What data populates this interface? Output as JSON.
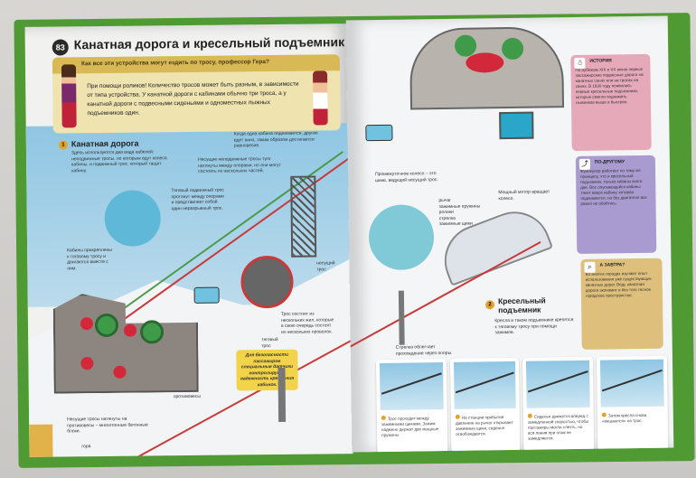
{
  "left_page": {
    "page_number": "83",
    "title": "Канатная дорога и кресельный подъемник",
    "question": "Как все эти устройства могут ездить по тросу, профессор Гера?",
    "answer": "При помощи роликов! Количество тросов может быть разным, в зависимости от типа устройства. У канатной дороги с кабинами обычно три троса, а у канатной дороги с подвесными сиденьями и одноместных лыжных подъемников один.",
    "section1_num": "1",
    "section1_title": "Канатная дорога",
    "section1_text": "Здесь используются два вида кабелей: неподвижные тросы, по которым едут колеса кабины, и подвижный трос, который тащит кабину.",
    "balance_text": "Когда одна кабина поднимается, другая едет вниз, таким образом достигается равновесие.",
    "carrying_label": "Несущие неподвижные тросы туго натянуты между опорами, но они могут состоять из нескольких частей.",
    "traction_label": "Тяговый подвижный трос протянут между опорами и представляет собой один неразрывный трос.",
    "cabins_label": "Кабины прикреплены к тяговому тросу и двигаются вместе с ним.",
    "rope_label": "Трос состоит из нескольких жил, которые в свою очередь состоят из нескольких проволок.",
    "carrying_rope": "несущий трос",
    "traction_rope": "тяговый трос",
    "safety_bubble": "Для безопасности пассажиров специальные датчики контролируют надежность крепления кабинок.",
    "counterweight_label": "противовесы",
    "counterweight_text": "Несущие тросы натянуты на противовесы – многотонные бетонные блоки.",
    "footer": "гора"
  },
  "right_page": {
    "intermediate_wheel": "Промежуточное колесо – это шкив, ведущий несущий трос.",
    "motor_label": "Мощный мотор вращает колесо.",
    "clamp_labels": [
      "рычаг",
      "зажимные пружины",
      "ролики",
      "стрелка",
      "зажимные щеки"
    ],
    "section2_num": "2",
    "section2_title": "Кресельный подъемник",
    "section2_text": "Кресла в таком подъемнике крепятся к тяговому тросу при помощи зажимов.",
    "arrow_label": "Стрелка облегчает прохождение через опоры.",
    "sidebar": [
      {
        "icon": "history-icon",
        "title": "ИСТОРИЯ",
        "text": "По рубежам XIX и XX веков первые пассажирские подвесные дороги на канатных санях или на тросах на санях. В 1930 году появились первые кресельные подъемники, которые смогли поднимать лыжников выше и быстрее.",
        "color": "#e6a9b9"
      },
      {
        "icon": "alternative-icon",
        "title": "ПО-ДРУГОМУ",
        "text": "Фуникулер работает по тому же принципу, что и кресельный подъемник, только кабины всего две. Вес опускающейся кабины тянет вверх кабину, которая поднимается, но без двигателя все равно не обойтись.",
        "color": "#a99bcf"
      },
      {
        "icon": "tomorrow-icon",
        "title": "А ЗАВТРА?",
        "text": "Во многих городах изучают опыт использования уже существующих канатных дорог. Ведь канатная дорога экономит и без того тесное городское пространство.",
        "color": "#dfbf7c"
      }
    ],
    "steps": [
      "Трос проходит между зажимными щеками. Зажим надежно держат две мощные пружины.",
      "На станции прибытия давление на рычаг открывает зажимные щеки, сиденье освобождается.",
      "Сиденье движется вперед с замедленной скоростью, чтобы пассажиры могли слезть, но вся линия при этом не замедляется.",
      "Затем кресла снова «вешаются» на трос."
    ]
  }
}
